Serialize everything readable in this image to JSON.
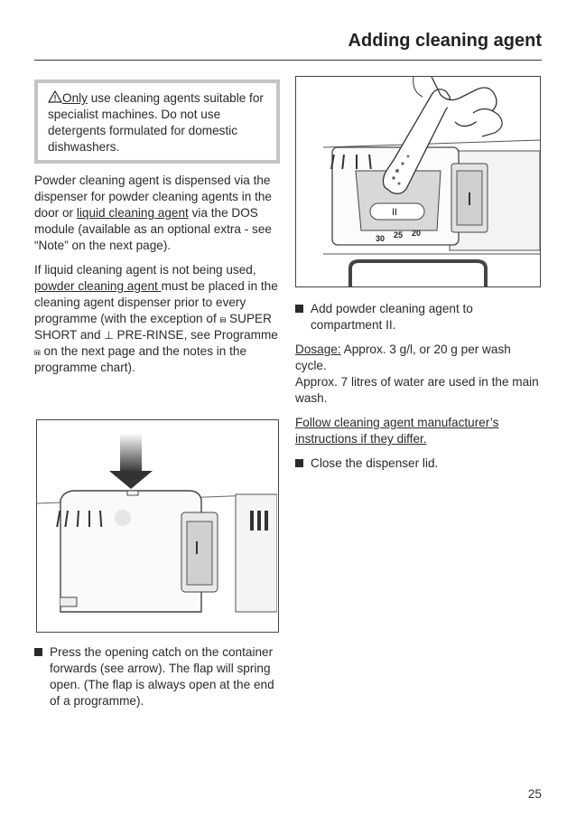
{
  "header": {
    "title": "Adding cleaning agent"
  },
  "warning": {
    "icon": "warning-triangle-icon",
    "lead": "Only",
    "text": " use cleaning agents suitable for specialist machines. Do not use detergents formulated for domestic dishwashers."
  },
  "left": {
    "p1a": "Powder cleaning agent is dispensed via the dispenser for powder cleaning agents in the door or ",
    "p1link": "liquid cleaning agent",
    "p1b": " via the DOS module (available as an optional extra - see “Note” on the next page).",
    "p2a": "If liquid cleaning agent is not being used, ",
    "p2link": "powder cleaning agent ",
    "p2b": "must be placed in the cleaning agent dispenser prior to every programme (with the exception of ",
    "p2c": " SUPER SHORT and ",
    "p2d": " PRE-RINSE, see Programme ",
    "p2e": " on the next page and the notes in the programme chart).",
    "bullet": "Press the opening catch on the container forwards (see arrow). The flap will spring open. (The flap is always open at the end of a programme)."
  },
  "right": {
    "bullet1": "Add powder cleaning agent to compartment II.",
    "dosage_label": "Dosage:",
    "dosage_text": " Approx. 3 g/l, or 20 g per wash cycle.",
    "dosage_text2": "Approx. 7 litres of water are used in the main wash.",
    "follow": "Follow cleaning agent manufacturer’s instructions if they differ.",
    "bullet2": "Close the dispenser lid."
  },
  "figure_right": {
    "compartment": "II",
    "marks": [
      "30",
      "25",
      "20"
    ]
  },
  "figure_left": {
    "compartment": "I"
  },
  "page_number": "25"
}
